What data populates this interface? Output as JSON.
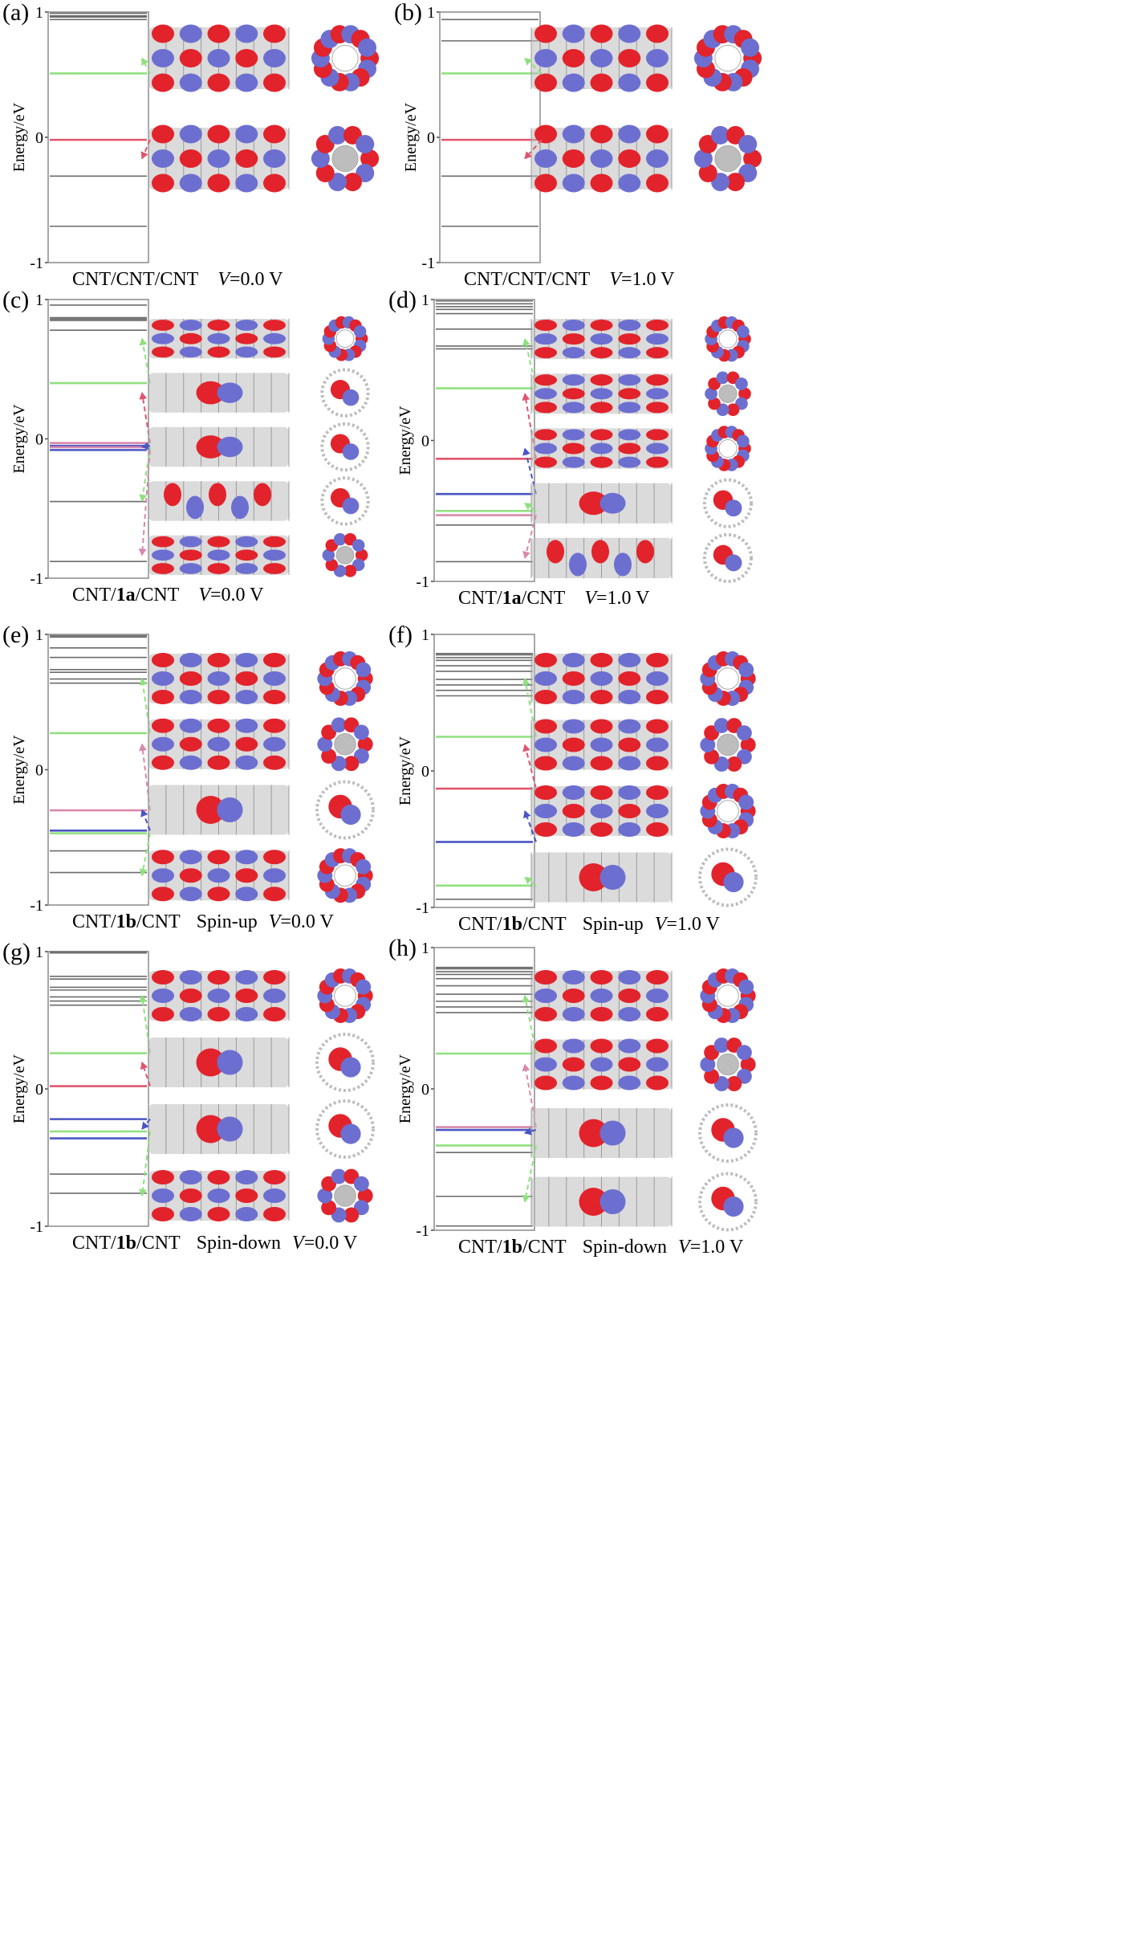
{
  "figure": {
    "y_axis_label": "Energy/eV",
    "tick_top": "1",
    "tick_mid": "0",
    "tick_bottom": "-1",
    "colors": {
      "gray_level": "#6b6b6b",
      "green": "#8fe07e",
      "red": "#e0556e",
      "blue": "#4b55c4",
      "pink": "#d889ac",
      "orb_red": "#e2232b",
      "orb_blue": "#6c6fd0",
      "atom": "#bdbdbd"
    }
  },
  "panels": [
    {
      "letter": "(a)",
      "caption": {
        "system_pre": "CNT/CNT/CNT",
        "system_bold": "",
        "system_post": "",
        "spin": "",
        "v_value": "=0.0 V"
      },
      "levels": [
        {
          "e": 0.99,
          "c": "gray"
        },
        {
          "e": 0.97,
          "c": "gray"
        },
        {
          "e": 0.96,
          "c": "gray"
        },
        {
          "e": 0.94,
          "c": "gray"
        },
        {
          "e": 0.51,
          "c": "green"
        },
        {
          "e": -0.02,
          "c": "red"
        },
        {
          "e": -0.31,
          "c": "gray"
        },
        {
          "e": -0.71,
          "c": "gray"
        }
      ],
      "orbitals": [
        {
          "from_e": 0.51,
          "arrow": "green",
          "side": "full",
          "end": "ring"
        },
        {
          "from_e": -0.02,
          "arrow": "red",
          "side": "full",
          "end": "flower"
        }
      ]
    },
    {
      "letter": "(b)",
      "caption": {
        "system_pre": "CNT/CNT/CNT",
        "system_bold": "",
        "system_post": "",
        "spin": "",
        "v_value": "=1.0 V"
      },
      "levels": [
        {
          "e": 0.94,
          "c": "gray"
        },
        {
          "e": 0.77,
          "c": "gray"
        },
        {
          "e": 0.51,
          "c": "green"
        },
        {
          "e": -0.02,
          "c": "red"
        },
        {
          "e": -0.31,
          "c": "gray"
        },
        {
          "e": -0.71,
          "c": "gray"
        }
      ],
      "orbitals": [
        {
          "from_e": 0.51,
          "arrow": "green",
          "side": "full",
          "end": "ring"
        },
        {
          "from_e": -0.02,
          "arrow": "red",
          "side": "full",
          "end": "flower"
        }
      ]
    },
    {
      "letter": "(c)",
      "caption": {
        "system_pre": "CNT/",
        "system_bold": "1a",
        "system_post": "/CNT",
        "spin": "",
        "v_value": "=0.0 V"
      },
      "levels": [
        {
          "e": 0.96,
          "c": "gray"
        },
        {
          "e": 0.87,
          "c": "gray"
        },
        {
          "e": 0.86,
          "c": "gray"
        },
        {
          "e": 0.85,
          "c": "gray"
        },
        {
          "e": 0.78,
          "c": "gray"
        },
        {
          "e": 0.4,
          "c": "green"
        },
        {
          "e": -0.03,
          "c": "pink"
        },
        {
          "e": -0.05,
          "c": "blue"
        },
        {
          "e": -0.06,
          "c": "pink"
        },
        {
          "e": -0.08,
          "c": "blue"
        },
        {
          "e": -0.45,
          "c": "gray"
        },
        {
          "e": -0.88,
          "c": "gray"
        }
      ],
      "orbitals": [
        {
          "from_e": 0.4,
          "arrow": "green",
          "side": "full",
          "end": "ring"
        },
        {
          "from_e": -0.03,
          "arrow": "red",
          "side": "mol",
          "end": "mol"
        },
        {
          "from_e": -0.05,
          "arrow": "blue",
          "side": "mol",
          "end": "mol"
        },
        {
          "from_e": -0.06,
          "arrow": "green",
          "side": "mix",
          "end": "mol"
        },
        {
          "from_e": -0.08,
          "arrow": "pink",
          "side": "full",
          "end": "flower"
        }
      ]
    },
    {
      "letter": "(d)",
      "caption": {
        "system_pre": "CNT/",
        "system_bold": "1a",
        "system_post": "/CNT",
        "spin": "",
        "v_value": "=1.0 V"
      },
      "levels": [
        {
          "e": 0.99,
          "c": "gray"
        },
        {
          "e": 0.97,
          "c": "gray"
        },
        {
          "e": 0.95,
          "c": "gray"
        },
        {
          "e": 0.93,
          "c": "gray"
        },
        {
          "e": 0.9,
          "c": "gray"
        },
        {
          "e": 0.79,
          "c": "gray"
        },
        {
          "e": 0.67,
          "c": "gray"
        },
        {
          "e": 0.65,
          "c": "gray"
        },
        {
          "e": 0.37,
          "c": "green"
        },
        {
          "e": -0.13,
          "c": "red"
        },
        {
          "e": -0.38,
          "c": "blue"
        },
        {
          "e": -0.5,
          "c": "green"
        },
        {
          "e": -0.53,
          "c": "pink"
        },
        {
          "e": -0.6,
          "c": "gray"
        },
        {
          "e": -0.86,
          "c": "gray"
        }
      ],
      "orbitals": [
        {
          "from_e": 0.37,
          "arrow": "green",
          "side": "full",
          "end": "ring"
        },
        {
          "from_e": -0.13,
          "arrow": "red",
          "side": "full",
          "end": "flower"
        },
        {
          "from_e": -0.38,
          "arrow": "blue",
          "side": "full",
          "end": "ring"
        },
        {
          "from_e": -0.5,
          "arrow": "green",
          "side": "mol",
          "end": "mol"
        },
        {
          "from_e": -0.53,
          "arrow": "pink",
          "side": "mix",
          "end": "mol"
        }
      ]
    },
    {
      "letter": "(e)",
      "caption": {
        "system_pre": "CNT/",
        "system_bold": "1b",
        "system_post": "/CNT",
        "spin": "Spin-up",
        "v_value": "=0.0 V"
      },
      "levels": [
        {
          "e": 0.99,
          "c": "gray"
        },
        {
          "e": 0.98,
          "c": "gray"
        },
        {
          "e": 0.9,
          "c": "gray"
        },
        {
          "e": 0.83,
          "c": "gray"
        },
        {
          "e": 0.74,
          "c": "gray"
        },
        {
          "e": 0.72,
          "c": "gray"
        },
        {
          "e": 0.67,
          "c": "gray"
        },
        {
          "e": 0.64,
          "c": "gray"
        },
        {
          "e": 0.27,
          "c": "green"
        },
        {
          "e": -0.3,
          "c": "pink"
        },
        {
          "e": -0.45,
          "c": "blue"
        },
        {
          "e": -0.47,
          "c": "green"
        },
        {
          "e": -0.6,
          "c": "gray"
        },
        {
          "e": -0.76,
          "c": "gray"
        }
      ],
      "orbitals": [
        {
          "from_e": 0.27,
          "arrow": "green",
          "side": "full",
          "end": "ring"
        },
        {
          "from_e": -0.3,
          "arrow": "pink",
          "side": "full",
          "end": "flower"
        },
        {
          "from_e": -0.45,
          "arrow": "blue",
          "side": "mol",
          "end": "mol"
        },
        {
          "from_e": -0.47,
          "arrow": "green",
          "side": "full",
          "end": "ring"
        }
      ]
    },
    {
      "letter": "(f)",
      "caption": {
        "system_pre": "CNT/",
        "system_bold": "1b",
        "system_post": "/CNT",
        "spin": "Spin-up",
        "v_value": "=1.0 V"
      },
      "levels": [
        {
          "e": 0.86,
          "c": "gray"
        },
        {
          "e": 0.85,
          "c": "gray"
        },
        {
          "e": 0.83,
          "c": "gray"
        },
        {
          "e": 0.81,
          "c": "gray"
        },
        {
          "e": 0.77,
          "c": "gray"
        },
        {
          "e": 0.73,
          "c": "gray"
        },
        {
          "e": 0.67,
          "c": "gray"
        },
        {
          "e": 0.63,
          "c": "gray"
        },
        {
          "e": 0.59,
          "c": "gray"
        },
        {
          "e": 0.55,
          "c": "gray"
        },
        {
          "e": 0.25,
          "c": "green"
        },
        {
          "e": -0.13,
          "c": "red"
        },
        {
          "e": -0.52,
          "c": "blue"
        },
        {
          "e": -0.84,
          "c": "green"
        },
        {
          "e": -0.94,
          "c": "gray"
        }
      ],
      "orbitals": [
        {
          "from_e": 0.25,
          "arrow": "green",
          "side": "full",
          "end": "ring"
        },
        {
          "from_e": -0.13,
          "arrow": "red",
          "side": "full",
          "end": "flower"
        },
        {
          "from_e": -0.52,
          "arrow": "blue",
          "side": "full",
          "end": "ring"
        },
        {
          "from_e": -0.84,
          "arrow": "green",
          "side": "mol",
          "end": "mol"
        }
      ]
    },
    {
      "letter": "(g)",
      "caption": {
        "system_pre": "CNT/",
        "system_bold": "1b",
        "system_post": "/CNT",
        "spin": "Spin-down",
        "v_value": "=0.0 V"
      },
      "levels": [
        {
          "e": 1.0,
          "c": "gray"
        },
        {
          "e": 0.99,
          "c": "gray"
        },
        {
          "e": 0.82,
          "c": "gray"
        },
        {
          "e": 0.8,
          "c": "gray"
        },
        {
          "e": 0.74,
          "c": "gray"
        },
        {
          "e": 0.72,
          "c": "gray"
        },
        {
          "e": 0.67,
          "c": "gray"
        },
        {
          "e": 0.64,
          "c": "gray"
        },
        {
          "e": 0.61,
          "c": "gray"
        },
        {
          "e": 0.26,
          "c": "green"
        },
        {
          "e": 0.02,
          "c": "red"
        },
        {
          "e": -0.22,
          "c": "blue"
        },
        {
          "e": -0.31,
          "c": "green"
        },
        {
          "e": -0.36,
          "c": "blue"
        },
        {
          "e": -0.62,
          "c": "gray"
        },
        {
          "e": -0.76,
          "c": "gray"
        }
      ],
      "orbitals": [
        {
          "from_e": 0.26,
          "arrow": "green",
          "side": "full",
          "end": "ring"
        },
        {
          "from_e": 0.02,
          "arrow": "red",
          "side": "mol",
          "end": "mol"
        },
        {
          "from_e": -0.22,
          "arrow": "blue",
          "side": "mol",
          "end": "mol"
        },
        {
          "from_e": -0.31,
          "arrow": "green",
          "side": "full",
          "end": "flower"
        }
      ]
    },
    {
      "letter": "(h)",
      "caption": {
        "system_pre": "CNT/",
        "system_bold": "1b",
        "system_post": "/CNT",
        "spin": "Spin-down",
        "v_value": "=1.0 V"
      },
      "levels": [
        {
          "e": 0.86,
          "c": "gray"
        },
        {
          "e": 0.85,
          "c": "gray"
        },
        {
          "e": 0.83,
          "c": "gray"
        },
        {
          "e": 0.81,
          "c": "gray"
        },
        {
          "e": 0.78,
          "c": "gray"
        },
        {
          "e": 0.73,
          "c": "gray"
        },
        {
          "e": 0.67,
          "c": "gray"
        },
        {
          "e": 0.62,
          "c": "gray"
        },
        {
          "e": 0.58,
          "c": "gray"
        },
        {
          "e": 0.54,
          "c": "gray"
        },
        {
          "e": 0.25,
          "c": "green"
        },
        {
          "e": -0.27,
          "c": "pink"
        },
        {
          "e": -0.29,
          "c": "blue"
        },
        {
          "e": -0.4,
          "c": "green"
        },
        {
          "e": -0.45,
          "c": "gray"
        },
        {
          "e": -0.76,
          "c": "gray"
        },
        {
          "e": -0.97,
          "c": "gray"
        }
      ],
      "orbitals": [
        {
          "from_e": 0.25,
          "arrow": "green",
          "side": "full",
          "end": "ring"
        },
        {
          "from_e": -0.27,
          "arrow": "pink",
          "side": "full",
          "end": "flower"
        },
        {
          "from_e": -0.29,
          "arrow": "blue",
          "side": "mol",
          "end": "mol"
        },
        {
          "from_e": -0.4,
          "arrow": "green",
          "side": "mol",
          "end": "mol"
        }
      ]
    }
  ]
}
